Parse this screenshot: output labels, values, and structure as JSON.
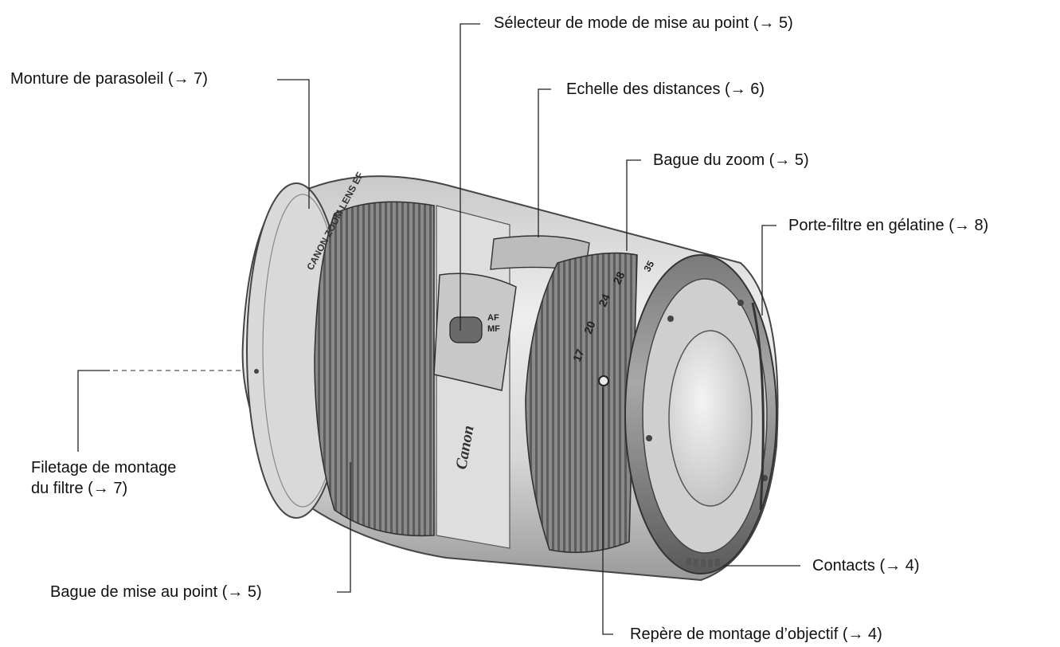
{
  "labels": {
    "focus_mode_switch": "Sélecteur de mode de mise au point (→ 5)",
    "hood_mount": "Monture de parasoleil (→ 7)",
    "distance_scale": "Echelle des distances (→ 6)",
    "zoom_ring": "Bague du zoom (→ 5)",
    "gelatin_filter_holder": "Porte-filtre en gélatine (→ 8)",
    "filter_thread_line1": "Filetage de montage",
    "filter_thread_line2": "du filtre (→ 7)",
    "contacts": "Contacts  (→ 4)",
    "focus_ring": "Bague de mise au point (→ 5)",
    "mount_index": "Repère de montage d’objectif (→ 4)"
  },
  "lens_markings": {
    "brand": "Canon",
    "ring_text": "CANON  ZOOM  LENS  EF",
    "focal_lengths": [
      "17",
      "20",
      "24",
      "28",
      "35"
    ],
    "switch": [
      "AF",
      "MF"
    ]
  }
}
